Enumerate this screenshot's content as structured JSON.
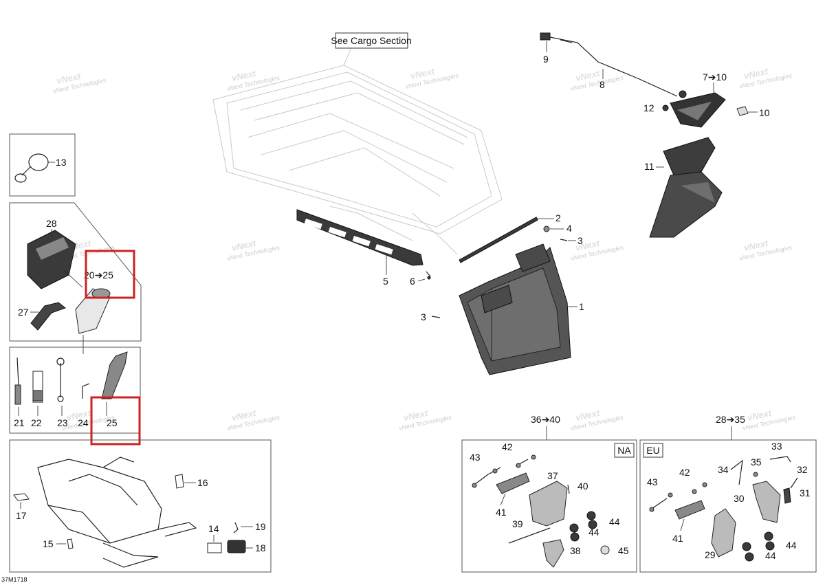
{
  "diagram_code": "37M1718",
  "callout_see_cargo": "See Cargo Section",
  "region_na": "NA",
  "region_eu": "EU",
  "watermark": [
    "vNext",
    "Technologies",
    "vNext Technologies"
  ],
  "labels": {
    "l1": "1",
    "l2": "2",
    "l3a": "3",
    "l3b": "3",
    "l4": "4",
    "l5": "5",
    "l6": "6",
    "l7_10": "7➔10",
    "l8": "8",
    "l9": "9",
    "l10": "10",
    "l11": "11",
    "l12": "12",
    "l13": "13",
    "l14": "14",
    "l15": "15",
    "l16": "16",
    "l17": "17",
    "l18": "18",
    "l19": "19",
    "l20_25": "20➔25",
    "l21": "21",
    "l22": "22",
    "l23": "23",
    "l24": "24",
    "l25": "25",
    "l27": "27",
    "l28a": "28",
    "l36_40": "36➔40",
    "l28_35": "28➔35",
    "l42a": "42",
    "l43a": "43",
    "l37": "37",
    "l40": "40",
    "l41a": "41",
    "l39": "39",
    "l44a": "44",
    "l44b": "44",
    "l38": "38",
    "l45": "45",
    "l33": "33",
    "l34": "34",
    "l35": "35",
    "l32": "32",
    "l42b": "42",
    "l43b": "43",
    "l30": "30",
    "l31": "31",
    "l41b": "41",
    "l29": "29",
    "l44c": "44",
    "l44d": "44"
  },
  "highlight_color": "#d21f1f"
}
